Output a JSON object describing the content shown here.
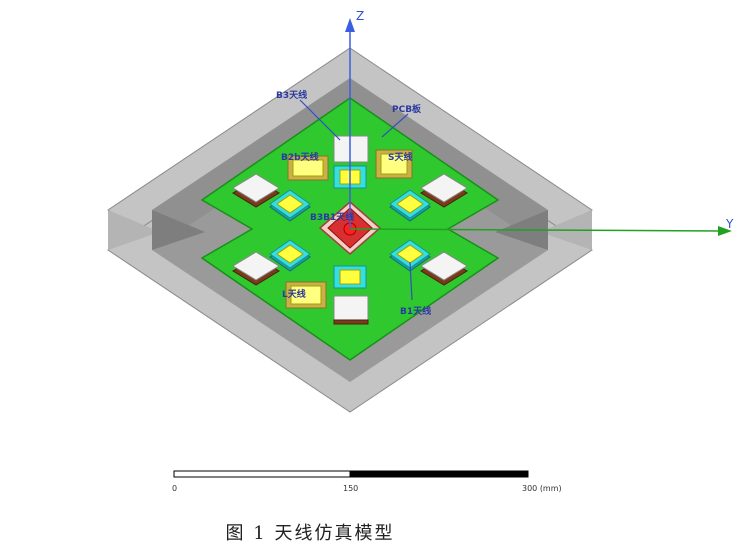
{
  "labels": {
    "b3": "B3天线",
    "pcb": "PCB板",
    "b2b": "B2b天线",
    "s": "S天线",
    "b3b1": "B3B1天线",
    "l": "L天线",
    "b1": "B1天线"
  },
  "axes": {
    "z": "Z",
    "y": "Y"
  },
  "scale_bar": {
    "ticks": [
      "0",
      "150",
      "300 (mm)"
    ]
  },
  "caption": "图 1  天线仿真模型",
  "colors": {
    "frame_outer": "#bdbdbd",
    "frame_inner": "#8f8f8f",
    "pcb": "#2fc92f",
    "pcb_edge": "#1a8f1a",
    "patch_yellow": "#ffff40",
    "patch_cyan": "#33e0e0",
    "tile_white": "#f4f4f4",
    "tile_brown": "#7a3b1a",
    "gold": "#c8b04a",
    "center_red": "#e02020",
    "axis_blue": "#3a5fe0",
    "axis_green": "#22a022",
    "label_blue": "#2a3aa0"
  }
}
